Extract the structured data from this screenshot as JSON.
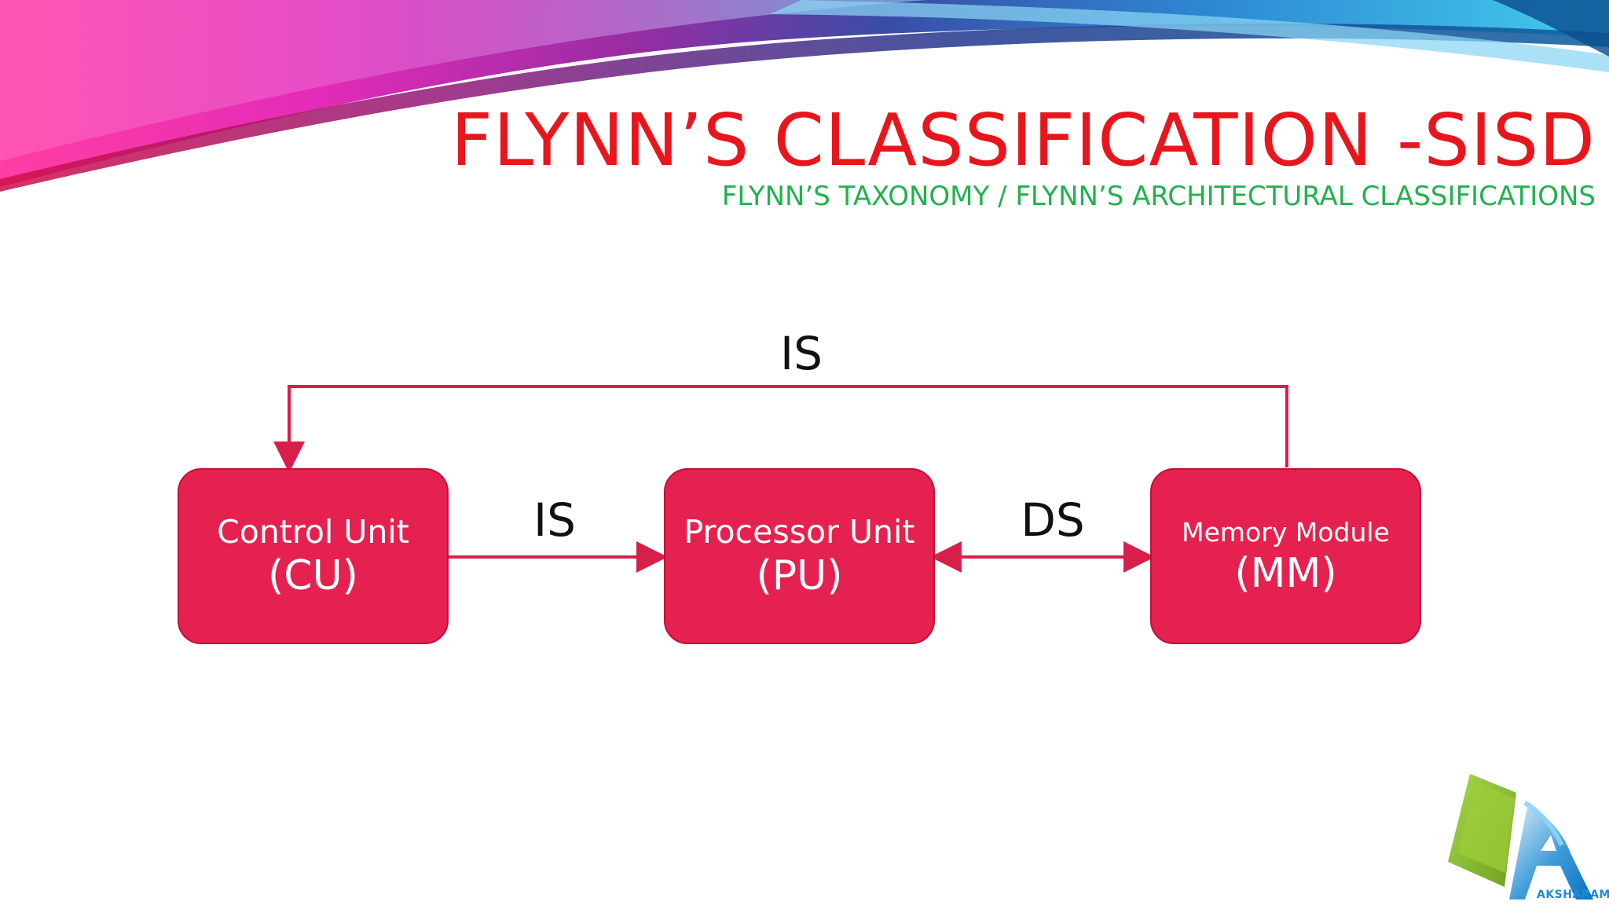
{
  "slide": {
    "title": "FLYNN’S CLASSIFICATION -SISD",
    "subtitle": "FLYNN’S TAXONOMY / FLYNN’S ARCHITECTURAL CLASSIFICATIONS"
  },
  "diagram": {
    "nodes": [
      {
        "id": "cu",
        "name": "Control Unit",
        "abbr": "(CU)"
      },
      {
        "id": "pu",
        "name": "Processor Unit",
        "abbr": "(PU)"
      },
      {
        "id": "mm",
        "name": "Memory Module",
        "abbr": "(MM)"
      }
    ],
    "edges": [
      {
        "from": "mm",
        "to": "cu",
        "label": "IS",
        "direction": "one-way"
      },
      {
        "from": "cu",
        "to": "pu",
        "label": "IS",
        "direction": "one-way"
      },
      {
        "from": "pu",
        "to": "mm",
        "label": "DS",
        "direction": "two-way"
      }
    ]
  },
  "logo": {
    "text": "AKSHARAM"
  },
  "colors": {
    "title": "#e8161c",
    "subtitle": "#20b24d",
    "box_fill": "#e5214f",
    "arrow": "#d81f4c",
    "logo_green": "#8cc63f",
    "logo_blue": "#1c8bd6"
  },
  "icons": {
    "logo": "aksharam-logo-icon"
  }
}
